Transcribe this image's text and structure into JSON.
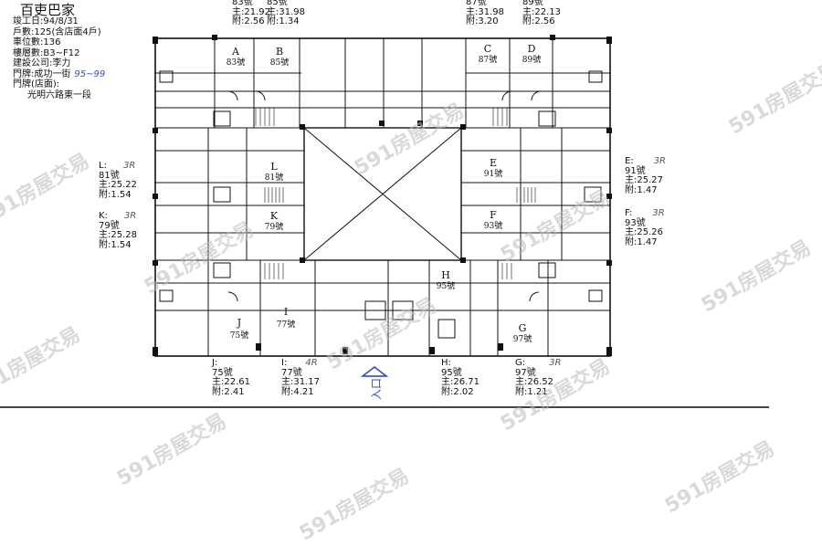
{
  "header": {
    "title": "百吏巴家",
    "lines": [
      "竣工日:94/8/31",
      "戶數:125(含店面4戶)",
      "車位數:136",
      "樓層數:B3~F12",
      "建設公司:李力",
      "門牌:成功一街"
    ],
    "doorplate_note": "95~99",
    "shop_label": "門牌(店面):",
    "shop_address": "光明六路東一段"
  },
  "units_top": [
    {
      "id": "A",
      "no": "83號",
      "main": "主:21.92",
      "aux": "附:2.56"
    },
    {
      "id": "B",
      "no": "85號",
      "main": "主:31.98",
      "aux": "附:1.34"
    },
    {
      "id": "C",
      "no": "87號",
      "main": "主:31.98",
      "aux": "附:3.20"
    },
    {
      "id": "D",
      "no": "89號",
      "main": "主:22.13",
      "aux": "附:2.56"
    }
  ],
  "units_left": [
    {
      "id": "L",
      "no": "81號",
      "main": "主:25.22",
      "aux": "附:1.54",
      "rooms": "3R"
    },
    {
      "id": "K",
      "no": "79號",
      "main": "主:25.28",
      "aux": "附:1.54",
      "rooms": "3R"
    }
  ],
  "units_right": [
    {
      "id": "E",
      "no": "91號",
      "main": "主:25.27",
      "aux": "附:1.47",
      "rooms": "3R"
    },
    {
      "id": "F",
      "no": "93號",
      "main": "主:25.26",
      "aux": "附:1.47",
      "rooms": "3R"
    }
  ],
  "units_bottom": [
    {
      "id": "J",
      "no": "75號",
      "main": "主:22.61",
      "aux": "附:2.41",
      "rooms": ""
    },
    {
      "id": "I",
      "no": "77號",
      "main": "主:31.17",
      "aux": "附:4.21",
      "rooms": "4R"
    },
    {
      "id": "H",
      "no": "95號",
      "main": "主:26.71",
      "aux": "附:2.02",
      "rooms": ""
    },
    {
      "id": "G",
      "no": "97號",
      "main": "主:26.52",
      "aux": "附:1.21",
      "rooms": "3R"
    }
  ],
  "plan_labels": [
    {
      "letter": "A",
      "no": "83號"
    },
    {
      "letter": "B",
      "no": "85號"
    },
    {
      "letter": "C",
      "no": "87號"
    },
    {
      "letter": "D",
      "no": "89號"
    },
    {
      "letter": "L",
      "no": "81號"
    },
    {
      "letter": "K",
      "no": "79號"
    },
    {
      "letter": "E",
      "no": "91號"
    },
    {
      "letter": "F",
      "no": "93號"
    },
    {
      "letter": "H",
      "no": "95號"
    },
    {
      "letter": "G",
      "no": "97號"
    },
    {
      "letter": "J",
      "no": "75號"
    },
    {
      "letter": "I",
      "no": "77號"
    }
  ],
  "entrance_label": "入口",
  "watermark": "591房屋交易",
  "colors": {
    "ink": "#111111",
    "handwriting": "#2a4fc9",
    "watermark": "#bbbbbb"
  }
}
